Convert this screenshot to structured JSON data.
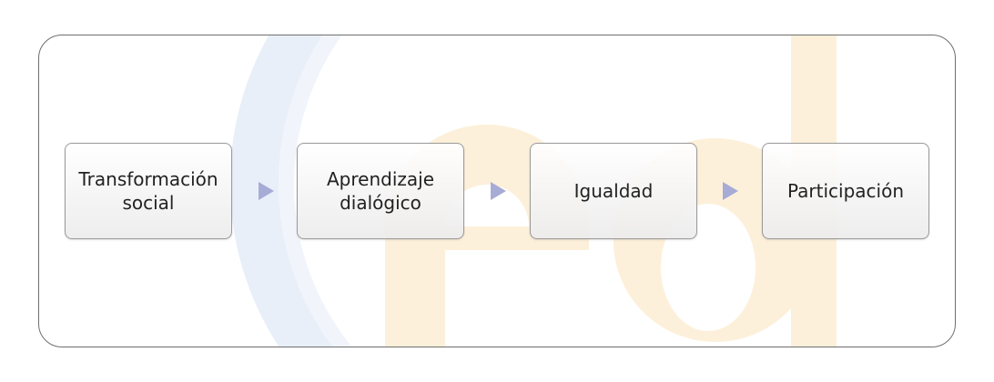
{
  "diagram": {
    "steps": [
      {
        "label": "Transformación\nsocial"
      },
      {
        "label": "Aprendizaje\ndialógico"
      },
      {
        "label": "Igualdad"
      },
      {
        "label": "Participación"
      }
    ],
    "colors": {
      "box_border": "#9a9a9a",
      "arrow": "#a7acd6",
      "frame_border": "#6f6f6f",
      "watermark_blue": "#e6eef8",
      "watermark_orange": "#fdf1dc"
    },
    "icons": {
      "arrow": "chevron-right-triangle",
      "watermark": "ed-logo"
    }
  }
}
